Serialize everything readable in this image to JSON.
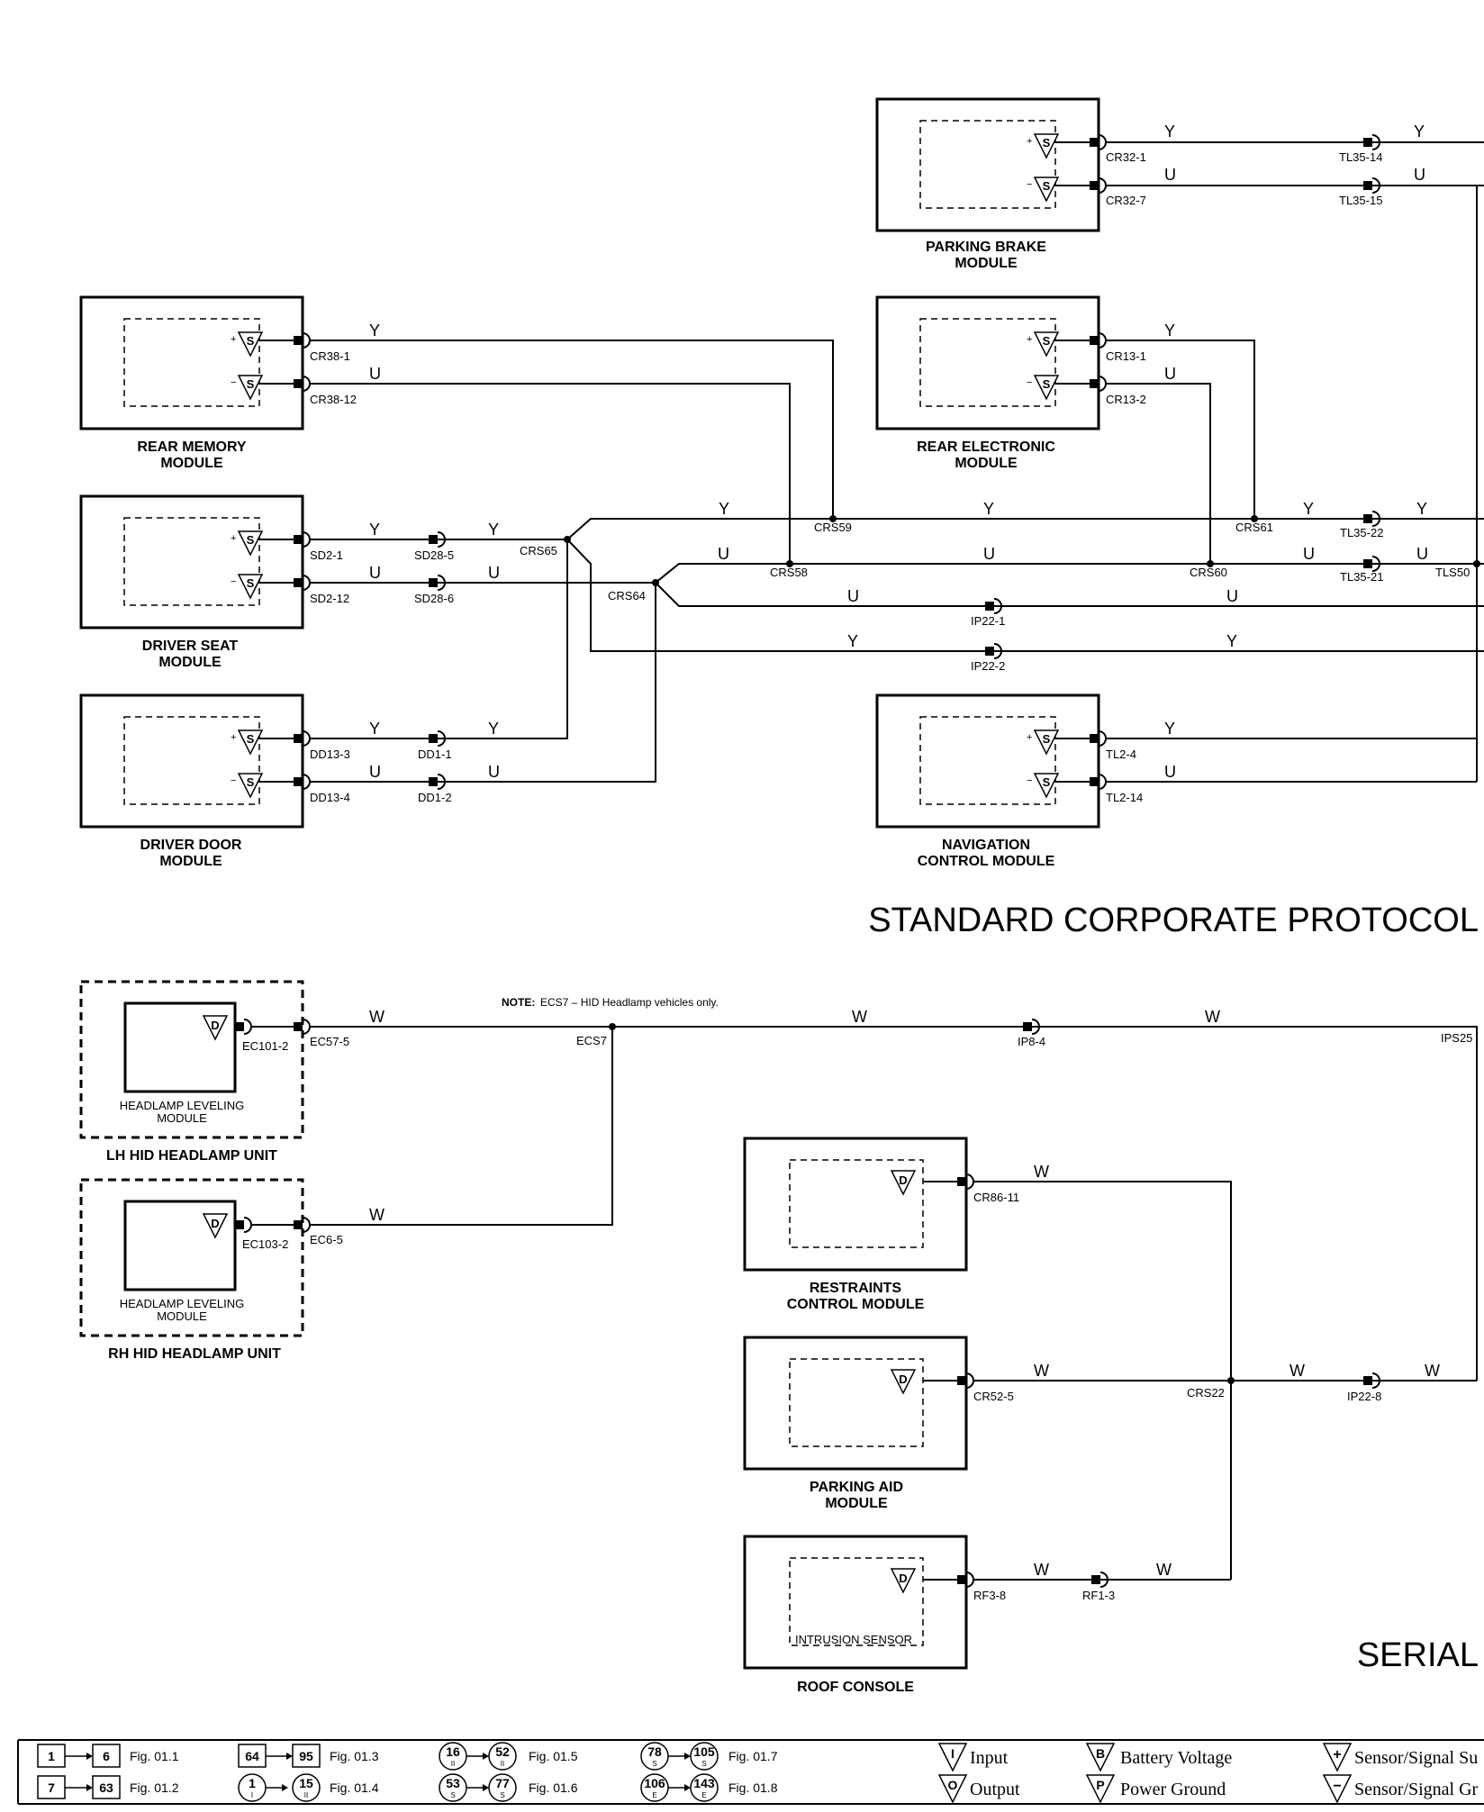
{
  "sections": {
    "scp": "STANDARD CORPORATE PROTOCOL",
    "serial": "SERIAL"
  },
  "note": {
    "label": "NOTE:",
    "text": "ECS7 – HID Headlamp vehicles only."
  },
  "modules": {
    "parking_brake": [
      "PARKING BRAKE",
      "MODULE"
    ],
    "rear_memory": [
      "REAR MEMORY",
      "MODULE"
    ],
    "rear_electronic": [
      "REAR ELECTRONIC",
      "MODULE"
    ],
    "driver_seat": [
      "DRIVER SEAT",
      "MODULE"
    ],
    "driver_door": [
      "DRIVER DOOR",
      "MODULE"
    ],
    "navigation": [
      "NAVIGATION",
      "CONTROL MODULE"
    ],
    "lh_hid": "LH HID HEADLAMP UNIT",
    "rh_hid": "RH HID HEADLAMP UNIT",
    "hl_leveling": [
      "HEADLAMP LEVELING",
      "MODULE"
    ],
    "restraints": [
      "RESTRAINTS",
      "CONTROL MODULE"
    ],
    "parking_aid": [
      "PARKING AID",
      "MODULE"
    ],
    "roof_console": "ROOF CONSOLE",
    "intrusion": "INTRUSION SENSOR"
  },
  "pins": {
    "cr32_1": "CR32-1",
    "cr32_7": "CR32-7",
    "tl35_14": "TL35-14",
    "tl35_15": "TL35-15",
    "cr38_1": "CR38-1",
    "cr38_12": "CR38-12",
    "cr13_1": "CR13-1",
    "cr13_2": "CR13-2",
    "sd2_1": "SD2-1",
    "sd2_12": "SD2-12",
    "sd28_5": "SD28-5",
    "sd28_6": "SD28-6",
    "crs65": "CRS65",
    "crs64": "CRS64",
    "crs59": "CRS59",
    "crs58": "CRS58",
    "crs61": "CRS61",
    "crs60": "CRS60",
    "tl35_22": "TL35-22",
    "tl35_21": "TL35-21",
    "tls50": "TLS50",
    "ip22_1": "IP22-1",
    "ip22_2": "IP22-2",
    "dd13_3": "DD13-3",
    "dd13_4": "DD13-4",
    "dd1_1": "DD1-1",
    "dd1_2": "DD1-2",
    "tl2_4": "TL2-4",
    "tl2_14": "TL2-14",
    "ec101_2": "EC101-2",
    "ec57_5": "EC57-5",
    "ecs7": "ECS7",
    "ip8_4": "IP8-4",
    "ips25": "IPS25",
    "ec103_2": "EC103-2",
    "ec6_5": "EC6-5",
    "cr86_11": "CR86-11",
    "cr52_5": "CR52-5",
    "crs22": "CRS22",
    "ip22_8": "IP22-8",
    "rf3_8": "RF3-8",
    "rf1_3": "RF1-3"
  },
  "wire_colors": {
    "y": "Y",
    "u": "U",
    "w": "W"
  },
  "legend": {
    "r1": [
      {
        "a": "1",
        "b": "6",
        "fig": "Fig. 01.1"
      },
      {
        "a": "64",
        "b": "95",
        "fig": "Fig. 01.3"
      },
      {
        "a": "16",
        "asub": "II",
        "b": "52",
        "bsub": "II",
        "fig": "Fig. 01.5"
      },
      {
        "a": "78",
        "asub": "S",
        "b": "105",
        "bsub": "S",
        "fig": "Fig. 01.7"
      }
    ],
    "r2": [
      {
        "a": "7",
        "b": "63",
        "fig": "Fig. 01.2"
      },
      {
        "a": "1",
        "asub": "I",
        "b": "15",
        "bsub": "II",
        "fig": "Fig. 01.4"
      },
      {
        "a": "53",
        "asub": "S",
        "b": "77",
        "bsub": "S",
        "fig": "Fig. 01.6"
      },
      {
        "a": "106",
        "asub": "E",
        "b": "143",
        "bsub": "E",
        "fig": "Fig. 01.8"
      }
    ],
    "symbols": {
      "input": "Input",
      "output": "Output",
      "battery": "Battery Voltage",
      "ground": "Power Ground",
      "sig_supply": "Sensor/Signal Su",
      "sig_ground": "Sensor/Signal Gr",
      "i": "I",
      "o": "O",
      "b": "B",
      "p": "P",
      "plus": "+",
      "minus": "−"
    },
    "glyphs": {
      "s": "S",
      "d": "D",
      "plus": "+",
      "minus": "−"
    }
  }
}
